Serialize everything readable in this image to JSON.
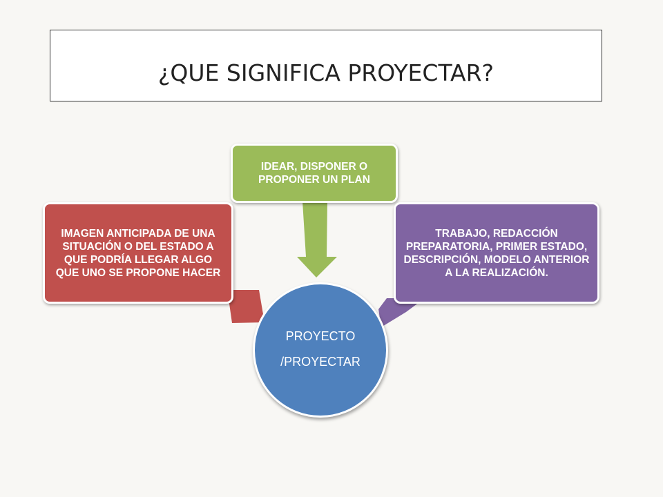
{
  "title": "¿QUE SIGNIFICA PROYECTAR?",
  "center": {
    "line1": "PROYECTO",
    "line2": "/PROYECTAR",
    "color": "#4f81bd"
  },
  "nodes": {
    "left": {
      "text": "IMAGEN ANTICIPADA DE UNA SITUACIÓN O DEL ESTADO A QUE PODRÍA LLEGAR ALGO QUE UNO SE PROPONE HACER",
      "color": "#c0504d"
    },
    "top": {
      "text": "IDEAR, DISPONER O PROPONER UN PLAN",
      "color": "#9bbb59"
    },
    "right": {
      "text": "TRABAJO, REDACCIÓN PREPARATORIA, PRIMER ESTADO, DESCRIPCIÓN, MODELO ANTERIOR A LA REALIZACIÓN.",
      "color": "#8064a2"
    }
  }
}
